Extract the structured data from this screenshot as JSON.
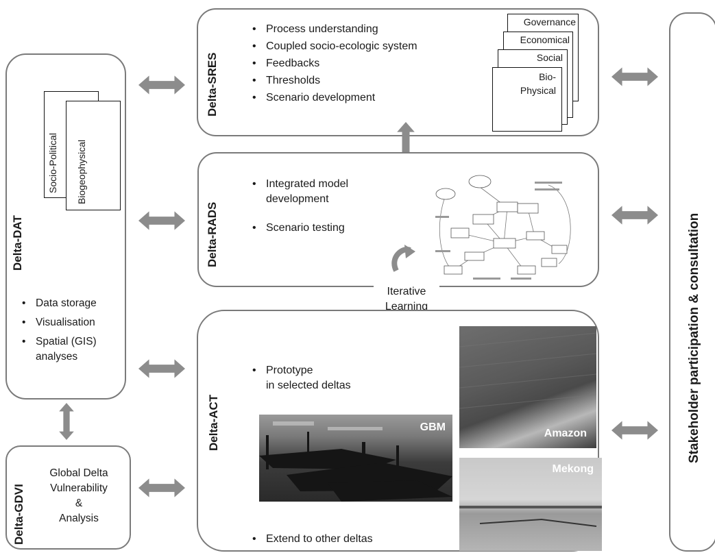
{
  "dat": {
    "title": "Delta-DAT",
    "cards": [
      "Socio-Political",
      "Biogeophysical"
    ],
    "bullets": [
      "Data storage",
      "Visualisation",
      "Spatial (GIS)\nanalyses"
    ]
  },
  "gdvi": {
    "title": "Delta-GDVI",
    "text": "Global Delta\nVulnerability\n&\nAnalysis"
  },
  "sres": {
    "title": "Delta-SRES",
    "bullets": [
      "Process understanding",
      "Coupled socio-ecologic system",
      "Feedbacks",
      "Thresholds",
      "Scenario development"
    ],
    "layers": [
      "Governance",
      "Economical",
      "Social",
      "Bio-\nPhysical"
    ]
  },
  "rads": {
    "title": "Delta-RADS",
    "bullets": [
      "Integrated model\ndevelopment",
      "Scenario testing"
    ]
  },
  "iterative": {
    "label": "Iterative\nLearning"
  },
  "act": {
    "title": "Delta-ACT",
    "bullets": [
      "Prototype\n in selected deltas",
      "Extend to other deltas"
    ],
    "photos": [
      "GBM",
      "Amazon",
      "Mekong"
    ]
  },
  "stakeholder": {
    "title": "Stakeholder participation & consultation"
  },
  "colors": {
    "box_border": "#7a7a7a",
    "arrow": "#8c8c8c"
  }
}
